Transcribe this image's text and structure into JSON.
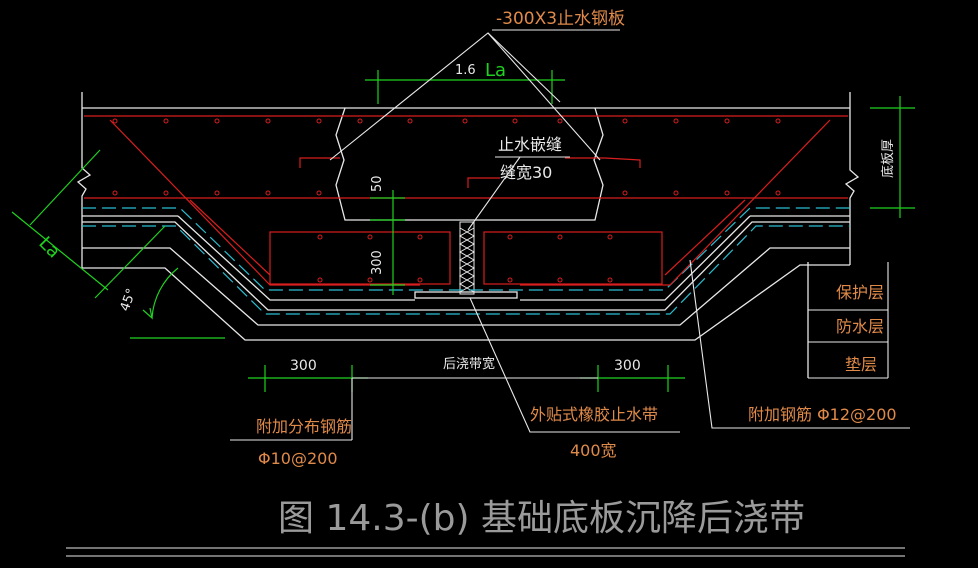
{
  "colors": {
    "background": "#000000",
    "white": "#e8e8e8",
    "gray": "#9a9a9a",
    "red": "#d81e1e",
    "green": "#1fd21f",
    "cyan": "#2bbcd0",
    "orange": "#e08a4a"
  },
  "labels": {
    "steel_plate": "-300X3止水钢板",
    "anchor_len_coef": "1.6",
    "anchor_len_sym": "La",
    "anchor_len_left": "La",
    "joint_title": "止水嵌缝",
    "joint_width": "缝宽30",
    "dim_50": "50",
    "dim_300_v": "300",
    "slab_thickness": "底板厚",
    "angle": "45°",
    "protect_layer": "保护层",
    "waterproof_layer": "防水层",
    "cushion_layer": "垫层",
    "dim_300_left": "300",
    "dim_300_right": "300",
    "band_width": "后浇带宽",
    "dist_bar_title": "附加分布钢筋",
    "dist_bar_spec": "Φ10@200",
    "rubber_strip": "外贴式橡胶止水带",
    "rubber_width": "400宽",
    "add_bar": "附加钢筋  Φ12@200",
    "caption": "图 14.3-(b) 基础底板沉降后浇带"
  }
}
